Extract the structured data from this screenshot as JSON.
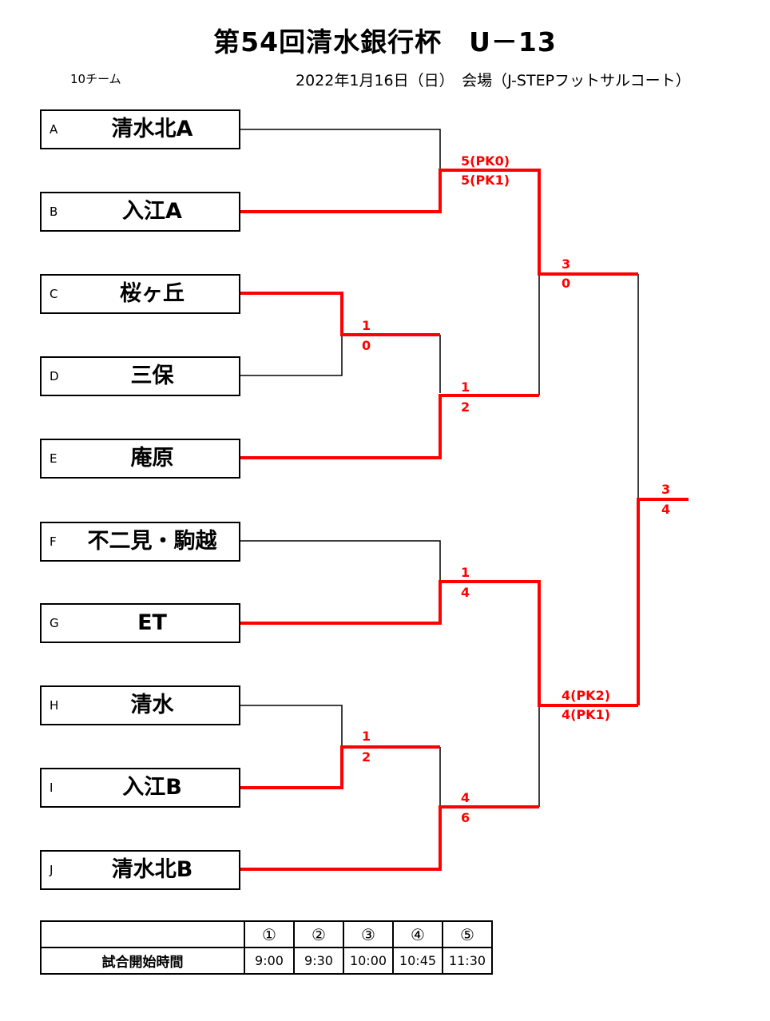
{
  "header": {
    "title": "第54回清水銀行杯　U－13",
    "team_count": "10チーム",
    "date_venue": "2022年1月16日（日）　会場（J-STEPフットサルコート）"
  },
  "teams": [
    {
      "letter": "A",
      "name": "清水北A"
    },
    {
      "letter": "B",
      "name": "入江A"
    },
    {
      "letter": "C",
      "name": "桜ヶ丘"
    },
    {
      "letter": "D",
      "name": "三保"
    },
    {
      "letter": "E",
      "name": "庵原"
    },
    {
      "letter": "F",
      "name": "不二見・駒越"
    },
    {
      "letter": "G",
      "name": "ET"
    },
    {
      "letter": "H",
      "name": "清水"
    },
    {
      "letter": "I",
      "name": "入江B"
    },
    {
      "letter": "J",
      "name": "清水北B"
    }
  ],
  "scores": {
    "ab": [
      "5(PK0)",
      "5(PK1)"
    ],
    "cd": [
      "1",
      "0"
    ],
    "cde": [
      "1",
      "2"
    ],
    "semi_top": [
      "3",
      "0"
    ],
    "fg": [
      "1",
      "4"
    ],
    "hi": [
      "1",
      "2"
    ],
    "hij": [
      "4",
      "6"
    ],
    "semi_bottom": [
      "4(PK2)",
      "4(PK1)"
    ],
    "final": [
      "3",
      "4"
    ]
  },
  "colors": {
    "winner_line": "#ff0000",
    "loser_line": "#000000"
  },
  "schedule": {
    "label": "試合開始時間",
    "slots": [
      "①",
      "②",
      "③",
      "④",
      "⑤"
    ],
    "times": [
      "9:00",
      "9:30",
      "10:00",
      "10:45",
      "11:30"
    ]
  }
}
